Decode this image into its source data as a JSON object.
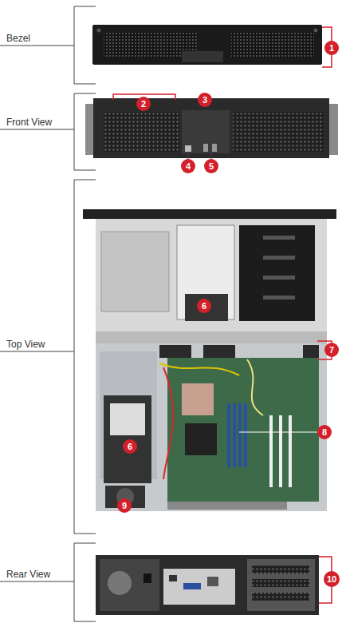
{
  "diagram": {
    "nodes": [
      {
        "text": [
          "1"
        ]
      },
      {
        "text": [
          "2"
        ]
      },
      {
        "text": [
          "3"
        ]
      },
      {
        "text": [
          "4"
        ]
      },
      {
        "text": [
          "5"
        ]
      },
      {
        "text": [
          "6"
        ]
      },
      {
        "text": [
          "7"
        ]
      },
      {
        "text": [
          "8"
        ]
      },
      {
        "text": [
          "6"
        ]
      },
      {
        "text": [
          "9"
        ]
      },
      {
        "text": [
          "10"
        ]
      }
    ],
    "labels": [
      "Bezel",
      "Front View",
      "Top View",
      "Rear View"
    ]
  }
}
